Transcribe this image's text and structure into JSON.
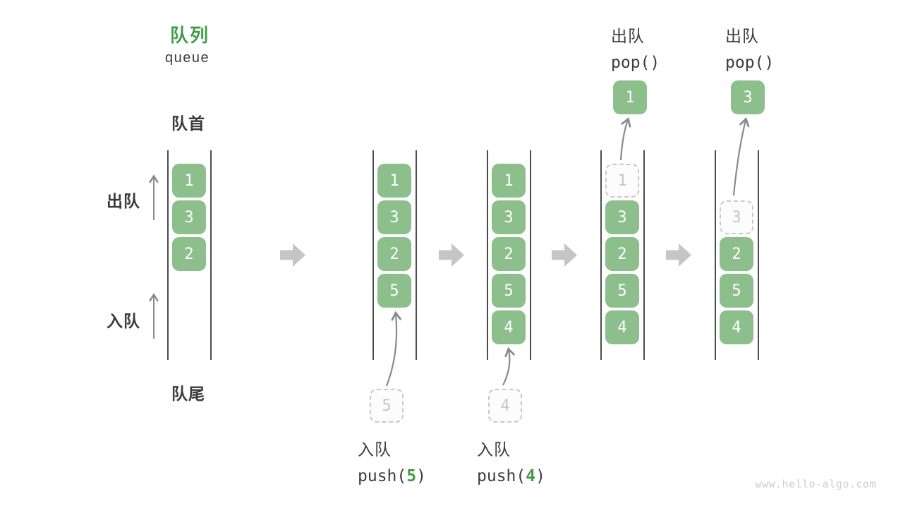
{
  "page": {
    "title_zh": "队列",
    "title_en": "queue",
    "watermark": "www.hello-algo.com"
  },
  "labels": {
    "front": "队首",
    "rear": "队尾",
    "dequeue": "出队",
    "enqueue": "入队"
  },
  "colors": {
    "accent_green": "#3f9d45",
    "box_green": "#8cbf8c",
    "text_dark": "#3c3c3c",
    "thin_arrow_gray": "#8a8a8a",
    "block_arrow_gray": "#c5c5c5",
    "dashed_border_gray": "#c9c9c9",
    "watermark_gray": "#cccccc"
  },
  "diagram": {
    "columns": [
      {
        "name": "state-initial",
        "cells": [
          {
            "value": "1",
            "style": "solid"
          },
          {
            "value": "3",
            "style": "solid"
          },
          {
            "value": "2",
            "style": "solid"
          }
        ]
      },
      {
        "name": "state-after-push-5",
        "cells": [
          {
            "value": "1",
            "style": "solid"
          },
          {
            "value": "3",
            "style": "solid"
          },
          {
            "value": "2",
            "style": "solid"
          },
          {
            "value": "5",
            "style": "solid"
          }
        ],
        "incoming": "5",
        "op": {
          "label": "入队",
          "fn_open": "push(",
          "arg": "5",
          "fn_close": ")"
        }
      },
      {
        "name": "state-after-push-4",
        "cells": [
          {
            "value": "1",
            "style": "solid"
          },
          {
            "value": "3",
            "style": "solid"
          },
          {
            "value": "2",
            "style": "solid"
          },
          {
            "value": "5",
            "style": "solid"
          },
          {
            "value": "4",
            "style": "solid"
          }
        ],
        "incoming": "4",
        "op": {
          "label": "入队",
          "fn_open": "push(",
          "arg": "4",
          "fn_close": ")"
        }
      },
      {
        "name": "state-pop-1",
        "cells": [
          {
            "value": "1",
            "style": "dashed"
          },
          {
            "value": "3",
            "style": "solid"
          },
          {
            "value": "2",
            "style": "solid"
          },
          {
            "value": "5",
            "style": "solid"
          },
          {
            "value": "4",
            "style": "solid"
          }
        ],
        "popped": "1",
        "op": {
          "label": "出队",
          "fn": "pop()"
        }
      },
      {
        "name": "state-pop-3",
        "cells": [
          {
            "value": "3",
            "style": "dashed"
          },
          {
            "value": "2",
            "style": "solid"
          },
          {
            "value": "5",
            "style": "solid"
          },
          {
            "value": "4",
            "style": "solid"
          }
        ],
        "popped": "3",
        "op": {
          "label": "出队",
          "fn": "pop()"
        }
      }
    ]
  }
}
